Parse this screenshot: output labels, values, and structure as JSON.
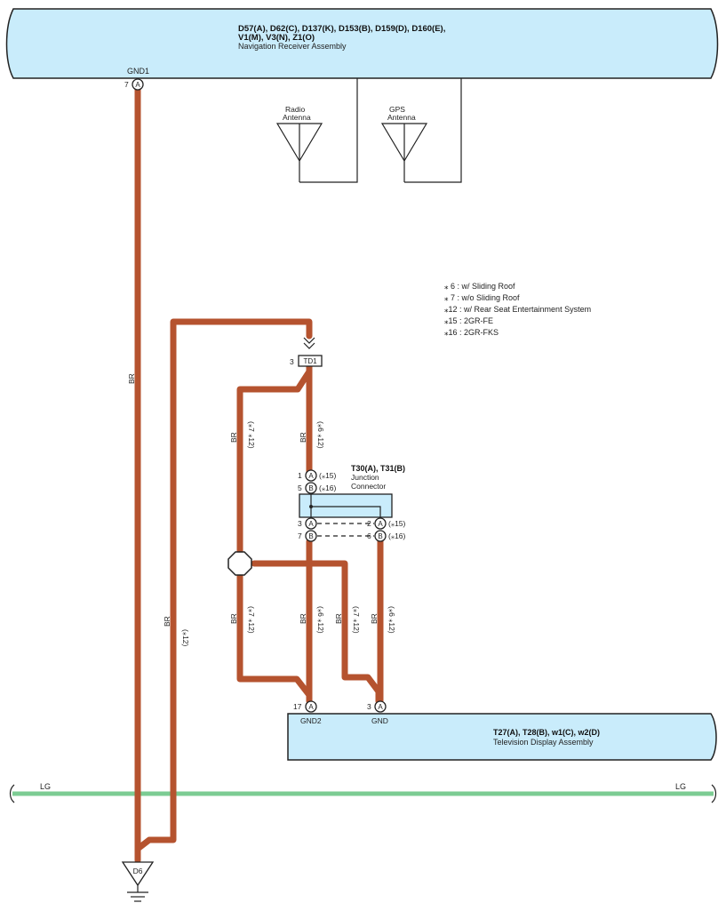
{
  "components": {
    "nav_receiver": {
      "connectors": "D57(A), D62(C), D137(K), D153(B), D159(D), D160(E),",
      "connectors_line2": "V1(M), V3(N), Z1(O)",
      "name": "Navigation Receiver Assembly",
      "pin_name": "GND1",
      "pin_number": "7",
      "pin_letter": "A"
    },
    "radio_antenna": {
      "line1": "Radio",
      "line2": "Antenna"
    },
    "gps_antenna": {
      "line1": "GPS",
      "line2": "Antenna"
    },
    "td1": {
      "pin": "3",
      "label": "TD1"
    },
    "junction": {
      "title": "T30(A), T31(B)",
      "line1": "Junction",
      "line2": "Connector",
      "pins": [
        {
          "num": "1",
          "letter": "A",
          "note": "(⁎15)"
        },
        {
          "num": "5",
          "letter": "B",
          "note": "(⁎16)"
        },
        {
          "num": "3",
          "letter": "A",
          "note": ""
        },
        {
          "num": "7",
          "letter": "B",
          "note": ""
        },
        {
          "num": "2",
          "letter": "A",
          "note": "(⁎15)"
        },
        {
          "num": "6",
          "letter": "B",
          "note": "(⁎16)"
        }
      ]
    },
    "tv_display": {
      "connectors": "T27(A), T28(B), w1(C), w2(D)",
      "name": "Television Display Assembly",
      "pin_gnd2": {
        "name": "GND2",
        "number": "17",
        "letter": "A"
      },
      "pin_gnd": {
        "name": "GND",
        "number": "3",
        "letter": "A"
      }
    },
    "ground": {
      "label": "D6"
    }
  },
  "legend": [
    "⁎ 6 : w/ Sliding Roof",
    "⁎ 7 : w/o Sliding Roof",
    "⁎12 : w/ Rear Seat Entertainment System",
    "⁎15 : 2GR-FE",
    "⁎16 : 2GR-FKS"
  ],
  "wire_labels": {
    "br": "BR",
    "lg": "LG",
    "n612": "(⁎6 ⁎12)",
    "n712": "(⁎7 ⁎12)",
    "n12": "(⁎12)"
  },
  "colors": {
    "wire_br": "#b5532f",
    "wire_lg": "#7ccc93",
    "box_fill": "#c9ecfb"
  }
}
